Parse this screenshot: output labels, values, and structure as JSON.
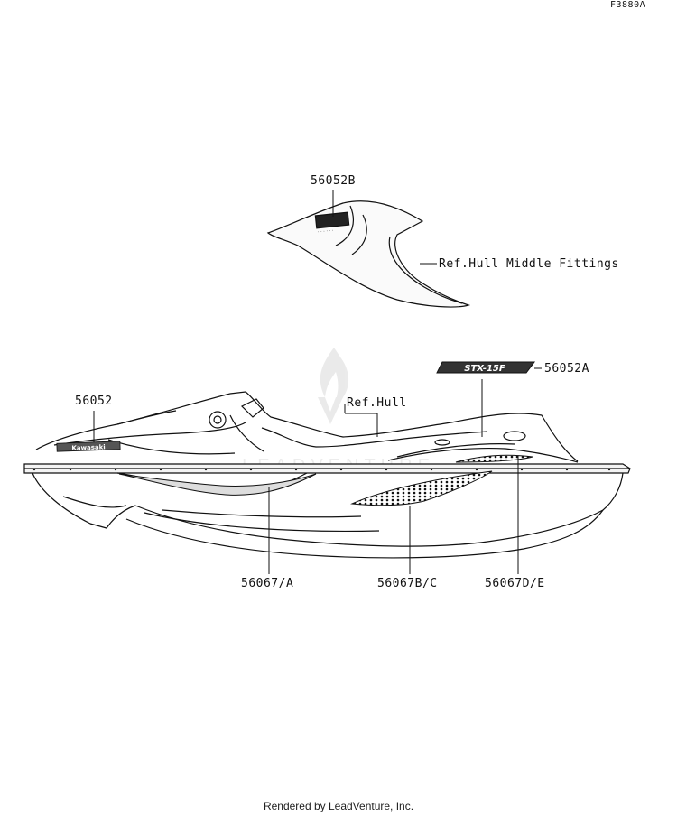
{
  "figure_id": "F3880A",
  "callouts": {
    "part_56052B": "56052B",
    "ref_hull_middle_fittings": "Ref.Hull Middle Fittings",
    "part_56052A": "56052A",
    "part_56052": "56052",
    "ref_hull": "Ref.Hull",
    "part_56067_A": "56067/A",
    "part_56067B_C": "56067B/C",
    "part_56067D_E": "56067D/E"
  },
  "decal_text": {
    "kawasaki": "Kawasaki",
    "stx": "STX-15F"
  },
  "watermark": "LEADVENTURE",
  "footer": "Rendered by LeadVenture, Inc."
}
